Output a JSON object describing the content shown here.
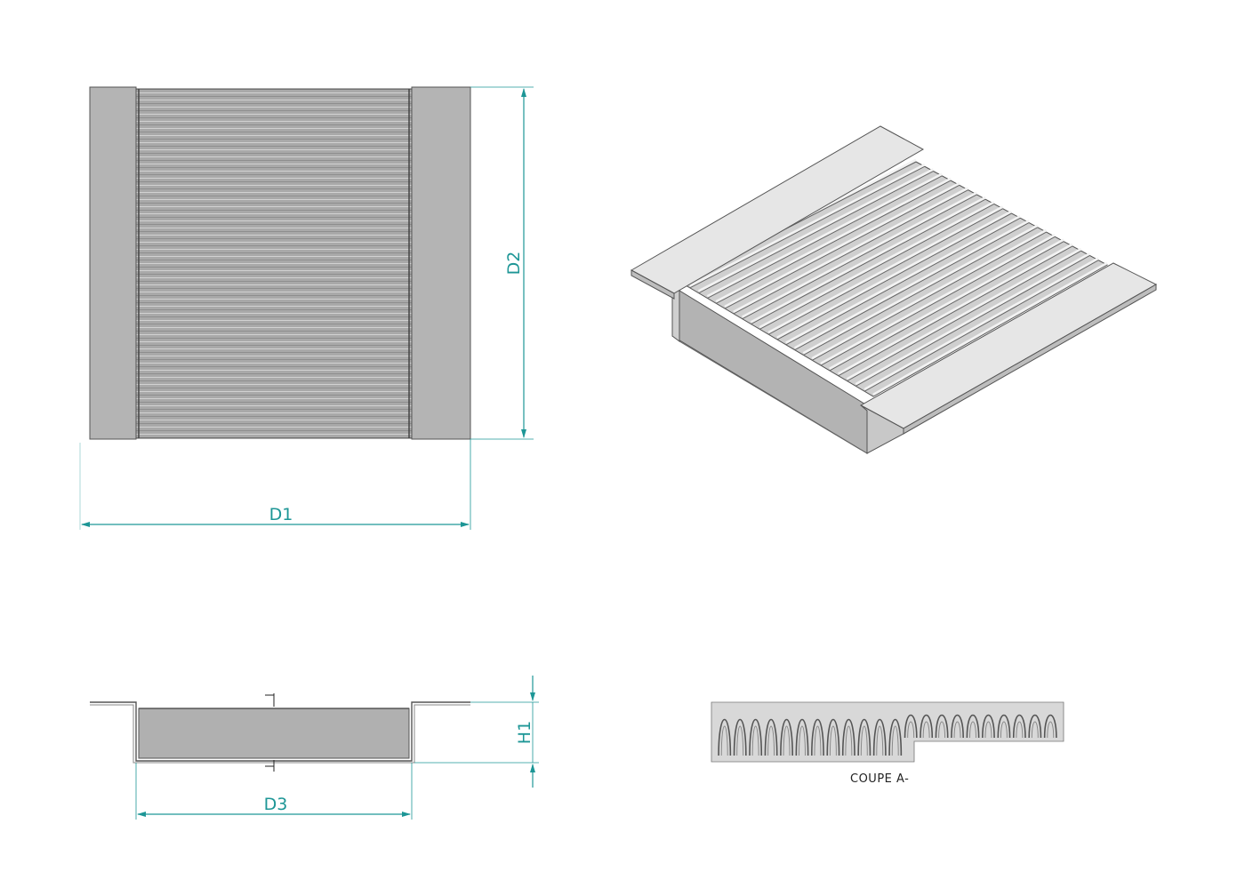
{
  "labels": {
    "d1": "D1",
    "d2": "D2",
    "d3": "D3",
    "h1": "H1",
    "section_caption": "COUPE A-"
  },
  "colors": {
    "dimension": "#1d9696",
    "frame_fill": "#b3b3b3",
    "pleat_fill": "#aaaaaa",
    "outline": "#555555",
    "panel_light": "#e6e6e6"
  }
}
